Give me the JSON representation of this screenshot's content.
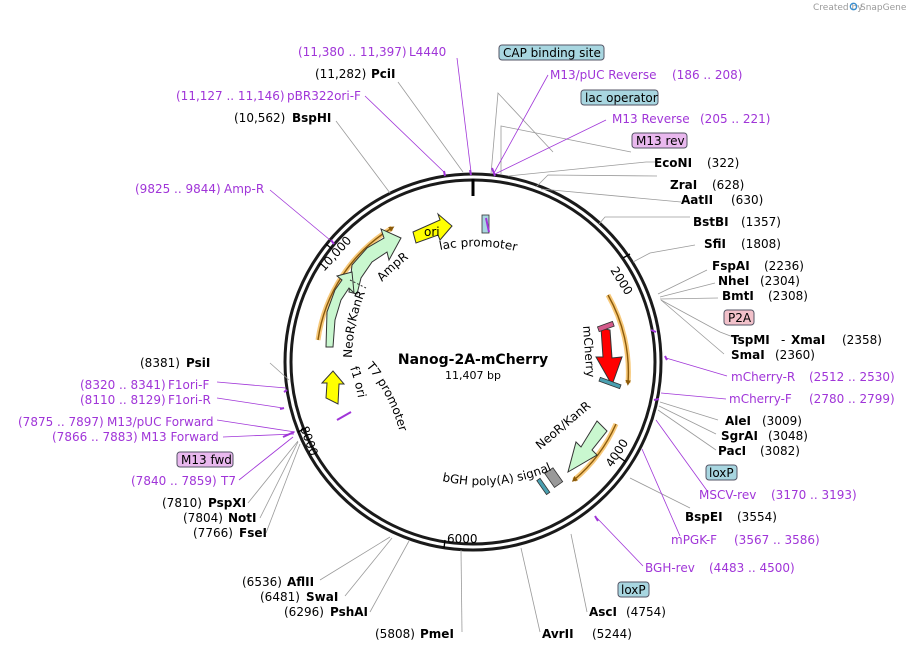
{
  "credit": {
    "prefix": "Created by",
    "brand": "SnapGene"
  },
  "plasmid": {
    "name": "Nanog-2A-mCherry",
    "size": "11,407 bp"
  },
  "ticks": [
    "2000",
    "4000",
    "6000",
    "8000",
    "10,000"
  ],
  "sites": {
    "econi": {
      "name": "EcoNI",
      "pos": "(322)"
    },
    "zrai": {
      "name": "ZraI",
      "pos": "(628)"
    },
    "aatii": {
      "name": "AatII",
      "pos": "(630)"
    },
    "bstbi": {
      "name": "BstBI",
      "pos": "(1357)"
    },
    "sfii": {
      "name": "SfiI",
      "pos": "(1808)"
    },
    "fspai": {
      "name": "FspAI",
      "pos": "(2236)"
    },
    "nhei": {
      "name": "NheI",
      "pos": "(2304)"
    },
    "bmti": {
      "name": "BmtI",
      "pos": "(2308)"
    },
    "tspmi": {
      "name": "TspMI",
      "sep": "-",
      "name2": "XmaI",
      "pos": "(2358)"
    },
    "smai": {
      "name": "SmaI",
      "pos": "(2360)"
    },
    "alei": {
      "name": "AleI",
      "pos": "(3009)"
    },
    "sgrai": {
      "name": "SgrAI",
      "pos": "(3048)"
    },
    "paci": {
      "name": "PacI",
      "pos": "(3082)"
    },
    "bspei": {
      "name": "BspEI",
      "pos": "(3554)"
    },
    "asci": {
      "name": "AscI",
      "pos": "(4754)"
    },
    "avrii": {
      "name": "AvrII",
      "pos": "(5244)"
    },
    "pmei": {
      "name": "PmeI",
      "pos": "(5808)"
    },
    "pshai": {
      "name": "PshAI",
      "pos": "(6296)"
    },
    "swai": {
      "name": "SwaI",
      "pos": "(6481)"
    },
    "aflii": {
      "name": "AflII",
      "pos": "(6536)"
    },
    "fsei": {
      "name": "FseI",
      "pos": "(7766)"
    },
    "noti": {
      "name": "NotI",
      "pos": "(7804)"
    },
    "pspxi": {
      "name": "PspXI",
      "pos": "(7810)"
    },
    "psii": {
      "name": "PsiI",
      "pos": "(8381)"
    },
    "bsphi": {
      "name": "BspHI",
      "pos": "(10,562)"
    },
    "pcii": {
      "name": "PciI",
      "pos": "(11,282)"
    }
  },
  "primers": {
    "l4440": {
      "name": "L4440",
      "range": "(11,380 .. 11,397)"
    },
    "m13puc_rev": {
      "name": "M13/pUC Reverse",
      "range": "(186 .. 208)"
    },
    "m13_rev": {
      "name": "M13 Reverse",
      "range": "(205 .. 221)"
    },
    "pbr322": {
      "name": "pBR322ori-F",
      "range": "(11,127 .. 11,146)"
    },
    "ampr": {
      "name": "Amp-R",
      "range": "(9825 .. 9844)"
    },
    "mcherry_r": {
      "name": "mCherry-R",
      "range": "(2512 .. 2530)"
    },
    "mcherry_f": {
      "name": "mCherry-F",
      "range": "(2780 .. 2799)"
    },
    "msclv": {
      "name": "MSCV-rev",
      "range": "(3170 .. 3193)"
    },
    "mpgk": {
      "name": "mPGK-F",
      "range": "(3567 .. 3586)"
    },
    "bgh_rev": {
      "name": "BGH-rev",
      "range": "(4483 .. 4500)"
    },
    "f1ori_f": {
      "name": "F1ori-F",
      "range": "(8320 .. 8341)"
    },
    "f1ori_r": {
      "name": "F1ori-R",
      "range": "(8110 .. 8129)"
    },
    "m13puc_fwd": {
      "name": "M13/pUC Forward",
      "range": "(7875 .. 7897)"
    },
    "m13_fwd": {
      "name": "M13 Forward",
      "range": "(7866 .. 7883)"
    },
    "t7": {
      "name": "T7",
      "range": "(7840 .. 7859)"
    }
  },
  "boxes": {
    "cap": "CAP binding site",
    "lacop": "lac operator",
    "m13rev": "M13 rev",
    "p2a": "P2A",
    "loxp1": "loxP",
    "loxp2": "loxP",
    "m13fwd": "M13 fwd"
  },
  "features": {
    "ori": "ori",
    "lac_promoter": "lac promoter",
    "ampr": "AmpR",
    "neor1": "NeoR/KanR",
    "neor2": "NeoR/KanR",
    "mcherry": "mCherry",
    "t7_promoter": "T7 promoter",
    "f1_ori": "f1 ori",
    "bgh": "bGH poly(A) signal"
  },
  "colors": {
    "primer": "#a035d8",
    "cap_box": "#a8d6e0",
    "m13_box": "#e9b8ee",
    "p2a_box": "#f2c1ca",
    "ori": "#ffff00",
    "mcherry": "#ff0000",
    "neor": "#c9f7cf",
    "orange_arc": "#c57a13"
  }
}
